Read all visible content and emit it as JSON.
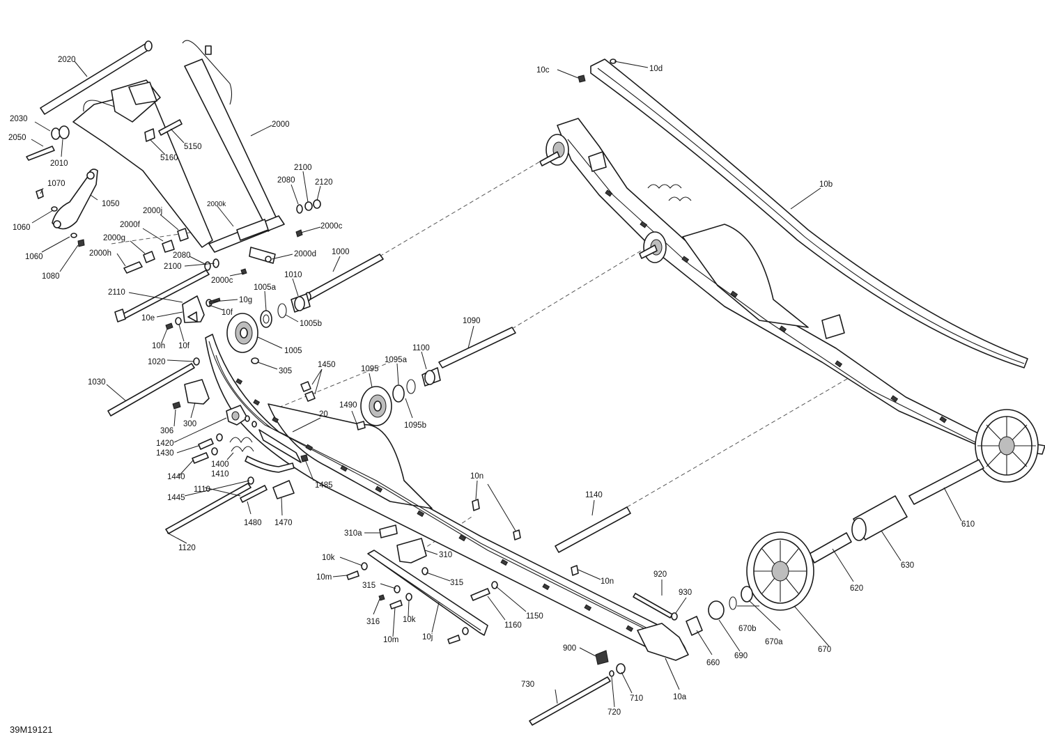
{
  "diagram": {
    "reference_code": "39M19121",
    "labels": [
      "2020",
      "2030",
      "2050",
      "2010",
      "5160",
      "5150",
      "2000",
      "1070",
      "1050",
      "1060",
      "1060",
      "1080",
      "2000j",
      "2000k",
      "2000f",
      "2000g",
      "2000h",
      "2080",
      "2100",
      "2120",
      "2000c",
      "2080",
      "2100",
      "2000d",
      "2000c",
      "1000",
      "2110",
      "10g",
      "10e",
      "10f",
      "10h",
      "10f",
      "1005a",
      "1010",
      "1005b",
      "1005",
      "1020",
      "305",
      "1030",
      "1450",
      "1095",
      "1095a",
      "1100",
      "1090",
      "306",
      "300",
      "1490",
      "1095b",
      "20",
      "1420",
      "1430",
      "1440",
      "1400",
      "1410",
      "1485",
      "1445",
      "1110",
      "1480",
      "1470",
      "1120",
      "10n",
      "310a",
      "310",
      "10k",
      "10m",
      "315",
      "315",
      "316",
      "10k",
      "10m",
      "10j",
      "1160",
      "1150",
      "10n",
      "1140",
      "920",
      "930",
      "900",
      "660",
      "690",
      "670b",
      "670a",
      "670",
      "620",
      "630",
      "610",
      "10a",
      "730",
      "710",
      "720",
      "10c",
      "10d",
      "10b"
    ]
  }
}
